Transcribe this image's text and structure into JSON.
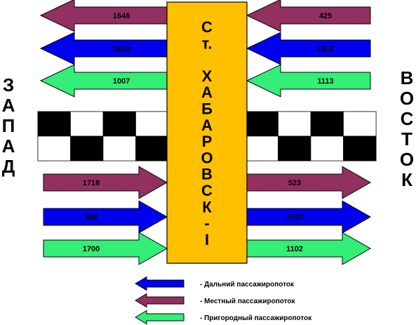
{
  "colors": {
    "long_distance": "#0000ee",
    "local": "#993366",
    "suburban": "#33ee77",
    "station": "#ffc000",
    "outline": "#000000"
  },
  "station": {
    "label_letters": [
      "С",
      "т.",
      "",
      "Х",
      "А",
      "Б",
      "А",
      "Р",
      "О",
      "В",
      "С",
      "К",
      "-",
      "I"
    ]
  },
  "sides": {
    "west_letters": [
      "З",
      "А",
      "П",
      "А",
      "Д"
    ],
    "east_letters": [
      "В",
      "О",
      "С",
      "Т",
      "О",
      "К"
    ]
  },
  "flows": {
    "west_inbound": [
      {
        "type": "local",
        "value": "1646"
      },
      {
        "type": "long_distance",
        "value": "1619"
      },
      {
        "type": "suburban",
        "value": "1007"
      }
    ],
    "east_inbound": [
      {
        "type": "local",
        "value": "425"
      },
      {
        "type": "long_distance",
        "value": "1812"
      },
      {
        "type": "suburban",
        "value": "1113"
      }
    ],
    "west_outbound": [
      {
        "type": "local",
        "value": "1718"
      },
      {
        "type": "long_distance",
        "value": "988"
      },
      {
        "type": "suburban",
        "value": "1700"
      }
    ],
    "east_outbound": [
      {
        "type": "local",
        "value": "523"
      },
      {
        "type": "long_distance",
        "value": "1750"
      },
      {
        "type": "suburban",
        "value": "1102"
      }
    ]
  },
  "legend": [
    {
      "type": "long_distance",
      "label": "- Дальний пассажиропоток"
    },
    {
      "type": "local",
      "label": "- Местный пассажиропоток"
    },
    {
      "type": "suburban",
      "label": "- Пригородный пассажиропоток"
    }
  ]
}
